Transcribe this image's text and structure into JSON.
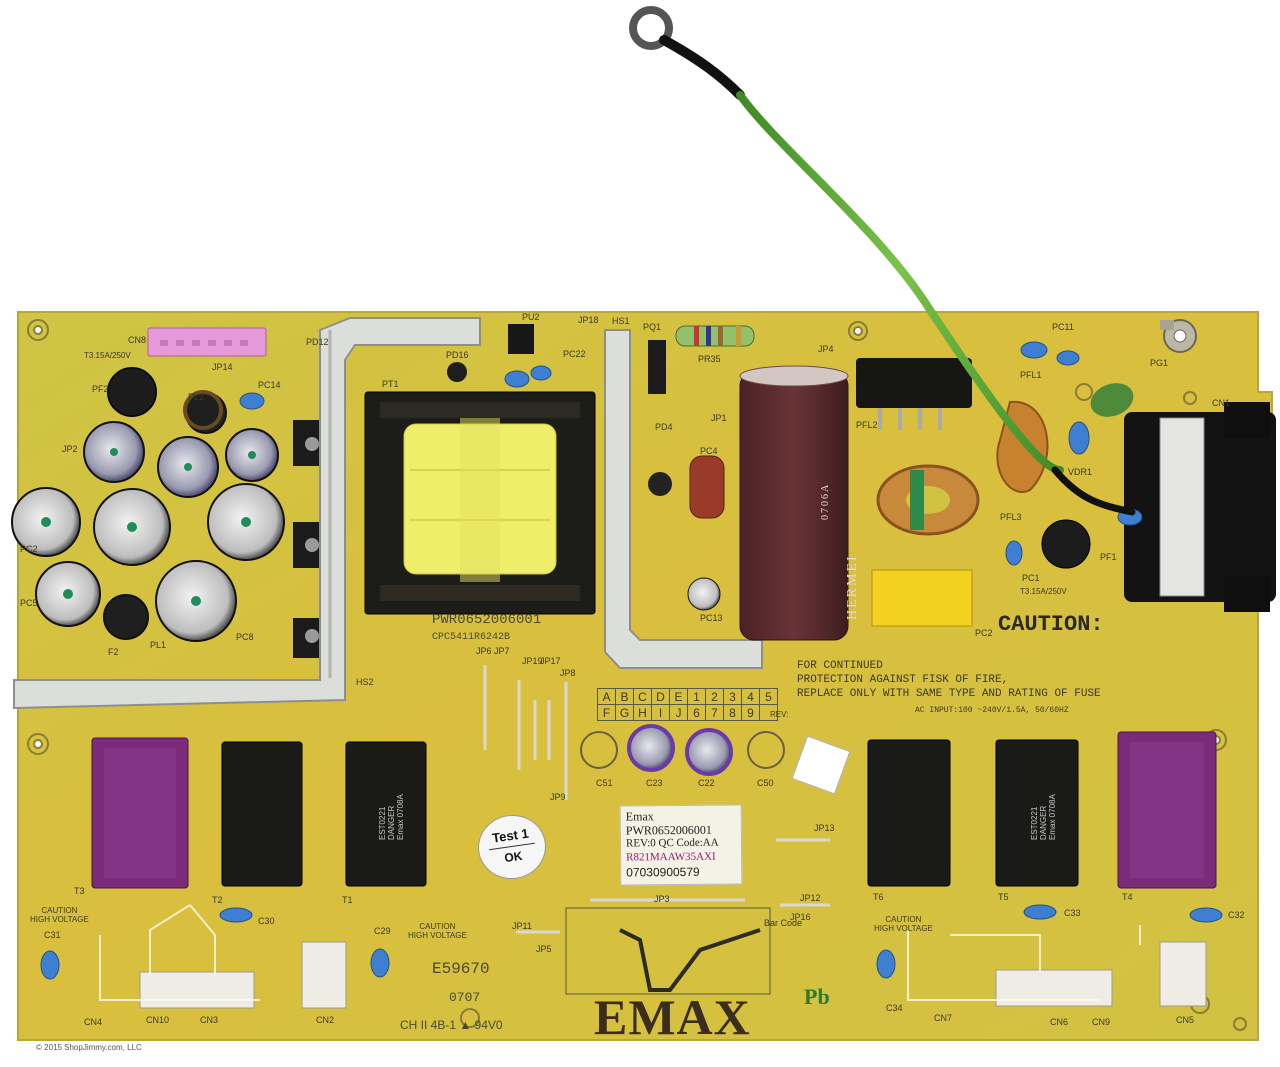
{
  "photo": {
    "credit": "© 2015 ShopJimmy.com, LLC",
    "colors": {
      "pcb": "#d6c33f",
      "pcb_green_tint": "#c2c447",
      "heatsink": "#d9dbd8",
      "wire": "#5aa531",
      "electrolytic_cap": "#1e1e2a",
      "bulk_cap": "#5b2b2e",
      "inverter_purple": "#7a2c7a",
      "inverter_black": "#1a1a18",
      "blue_cap": "#3a7fd0"
    }
  },
  "board": {
    "part_number": "PWR0652006001",
    "sub_code": "CPC5411R6242B",
    "maker_logo": "EMAX",
    "lead_free_mark": "Pb",
    "ul_file": "E59670",
    "date_code": "0707",
    "ul_line": "CH II  4B-1 ▲ 94V0",
    "caution_title": "CAUTION:",
    "caution_lines": [
      "FOR CONTINUED",
      "PROTECTION AGAINST FISK OF FIRE,",
      "REPLACE ONLY WITH SAME TYPE AND RATING OF FUSE"
    ],
    "ac_input": "AC INPUT:100 ~240V/1.5A, 50/60HZ",
    "fuse_rating_left": "T3.15A/250V",
    "fuse_rating_right": "T3.15A/250V",
    "rev_label": "REV:",
    "rev_grid_row1": [
      "A",
      "B",
      "C",
      "D",
      "E",
      "1",
      "2",
      "3",
      "4",
      "5"
    ],
    "rev_grid_row2": [
      "F",
      "G",
      "H",
      "I",
      "J",
      "6",
      "7",
      "8",
      "9",
      ""
    ],
    "hv_warning": [
      "CAUTION",
      "HIGH VOLTAGE"
    ],
    "barcode_label": "Bar Code",
    "bulk_cap_brand": "HERMEI",
    "bulk_cap_code": "0706A",
    "inverter_text": [
      "EST0221",
      "DANGER",
      "Emax 0708A"
    ]
  },
  "labels": {
    "sticker": {
      "line1": "Emax",
      "line2": "PWR0652006001",
      "line3": "REV:0 QC Code:AA",
      "line4": "R821MAAW35AXI",
      "line5": "07030900579"
    },
    "test_sticker": {
      "line1": "Test 1",
      "line2": "OK"
    }
  },
  "silkscreen": {
    "refs": [
      "CN8",
      "JP14",
      "PF2",
      "PL2",
      "PC14",
      "JP2",
      "PD12",
      "PD16",
      "PT1",
      "PU2",
      "JP18",
      "HS1",
      "PQ1",
      "PR35",
      "PC22",
      "JP4",
      "PC11",
      "PG1",
      "CN1",
      "PFL1",
      "PFL2",
      "PFL3",
      "VDR1",
      "PF1",
      "PC1",
      "PC2",
      "PC13",
      "PC4",
      "PD4",
      "JP1",
      "F2",
      "PL1",
      "PC8",
      "PC5",
      "PC2",
      "HS2",
      "JP6",
      "JP7",
      "JP19",
      "JP17",
      "JP8",
      "JP9",
      "C51",
      "C23",
      "C22",
      "C50",
      "JP13",
      "JP12",
      "JP16",
      "JP3",
      "JP11",
      "JP5",
      "T3",
      "T2",
      "T1",
      "T6",
      "T5",
      "T4",
      "C30",
      "C31",
      "C29",
      "C33",
      "C32",
      "C34",
      "CN4",
      "CN10",
      "CN3",
      "CN2",
      "CN7",
      "CN6",
      "CN9",
      "CN5"
    ]
  }
}
